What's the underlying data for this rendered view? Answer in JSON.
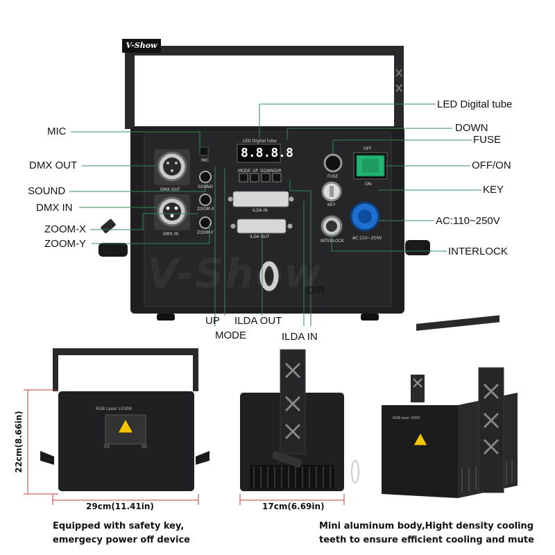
{
  "logo": "V-Show",
  "watermark": "V-Show",
  "callouts": {
    "led_digital_tube": "LED Digital tube",
    "down": "DOWN",
    "fuse": "FUSE",
    "off_on": "OFF/ON",
    "key": "KEY",
    "ac": "AC:110~250V",
    "interlock": "INTERLOCK",
    "mic": "MIC",
    "dmx_out": "DMX OUT",
    "sound": "SOUND",
    "dmx_in": "DMX IN",
    "zoom_x": "ZOOM-X",
    "zoom_y": "ZOOM-Y",
    "dir": "DIR",
    "up": "UP",
    "mode": "MODE",
    "ilda_out": "ILDA OUT",
    "ilda_in": "ILDA IN"
  },
  "panel_labels": {
    "led_digital_tube": "LED Digital tube",
    "led_display": "8.8.8.8",
    "mic": "MIC",
    "dmx_out": "DMX OUT",
    "sound": "SOUND",
    "zoom_x": "ZOOM-X",
    "dmx_in": "DMX IN",
    "zoom_y": "ZOOM-Y",
    "mode": "MODE",
    "up": "UP",
    "down": "DOWN",
    "dir": "DIR",
    "ilda_in": "ILDA IN",
    "ilda_out": "ILDA OUT",
    "fuse": "FUSE",
    "off": "OFF",
    "on": "ON",
    "key": "KEY",
    "interlock": "INTERLOCK",
    "ac": "AC:110~250V"
  },
  "front_label": "RGB Laser L0309",
  "side_label": "RGB laser 3009",
  "dimensions": {
    "height": "22cm(8.66in)",
    "width": "29cm(11.41in)",
    "depth": "17cm(6.69in)"
  },
  "captions": {
    "left_line1": "Equipped with safety key,",
    "left_line2": "emergecy power off device",
    "right_line1": "Mini aluminum body,Hight density cooling",
    "right_line2": "teeth to ensure efficient cooling and mute"
  },
  "colors": {
    "callout_line": "#2e8b57",
    "body": "#1f1f21",
    "switch": "#22b573",
    "ac_socket": "#1f6fd0",
    "dimension_line": "#c0392b"
  }
}
